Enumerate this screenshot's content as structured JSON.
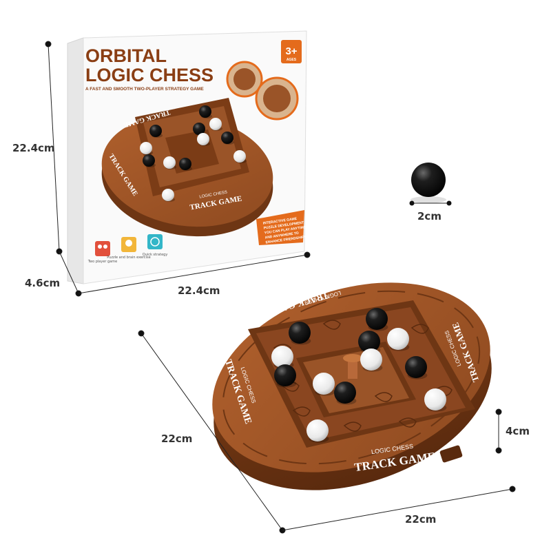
{
  "box": {
    "title_line1": "ORBITAL",
    "title_line2": "LOGIC CHESS",
    "subtitle": "A FAST AND SMOOTH TWO-PLAYER STRATEGY GAME",
    "age_badge": "3+",
    "age_badge_sub": "AGES",
    "board_text_top": "TRACK GAME",
    "board_text_left": "TRACK GAME",
    "board_text_bottom_small": "LOGIC CHESS",
    "board_text_bottom": "TRACK GAME",
    "info_lines": [
      "INTERACTIVE GAME",
      "PUZZLE DEVELOPMENT",
      "YOU CAN PLAY ANYTIME",
      "AND ANYWHERE TO",
      "ENHANCE FRIENDSHIPS"
    ],
    "features": [
      {
        "icon": "two-players-icon",
        "label": "Two player game",
        "color": "#e2503c"
      },
      {
        "icon": "lightbulb-icon",
        "label": "Puzzle and brain exercise",
        "color": "#f2b63a"
      },
      {
        "icon": "timer-icon",
        "label": "Quick strategy",
        "color": "#33b6c8"
      }
    ]
  },
  "board": {
    "text_top": "TRACK GAME",
    "text_top_small": "LOGIC CHESS",
    "text_left": "TRACK GAME",
    "text_left_small": "LOGIC CHESS",
    "text_right": "TRACK GAME",
    "text_right_small": "LOGIC CHESS",
    "text_bottom_small": "LOGIC CHESS",
    "text_bottom": "TRACK GAME"
  },
  "dimensions": {
    "box_height": "22.4cm",
    "box_depth": "4.6cm",
    "box_width": "22.4cm",
    "ball_diameter": "2cm",
    "board_depth": "22cm",
    "board_width": "22cm",
    "board_height": "4cm"
  },
  "colors": {
    "board_brown": "#9a5428",
    "board_dark": "#6e3614",
    "board_light": "#b8693a",
    "title_brown": "#8a3e14",
    "accent_orange": "#e46b1c",
    "ball_black": "#151515",
    "ball_white": "#f3f3f3"
  }
}
